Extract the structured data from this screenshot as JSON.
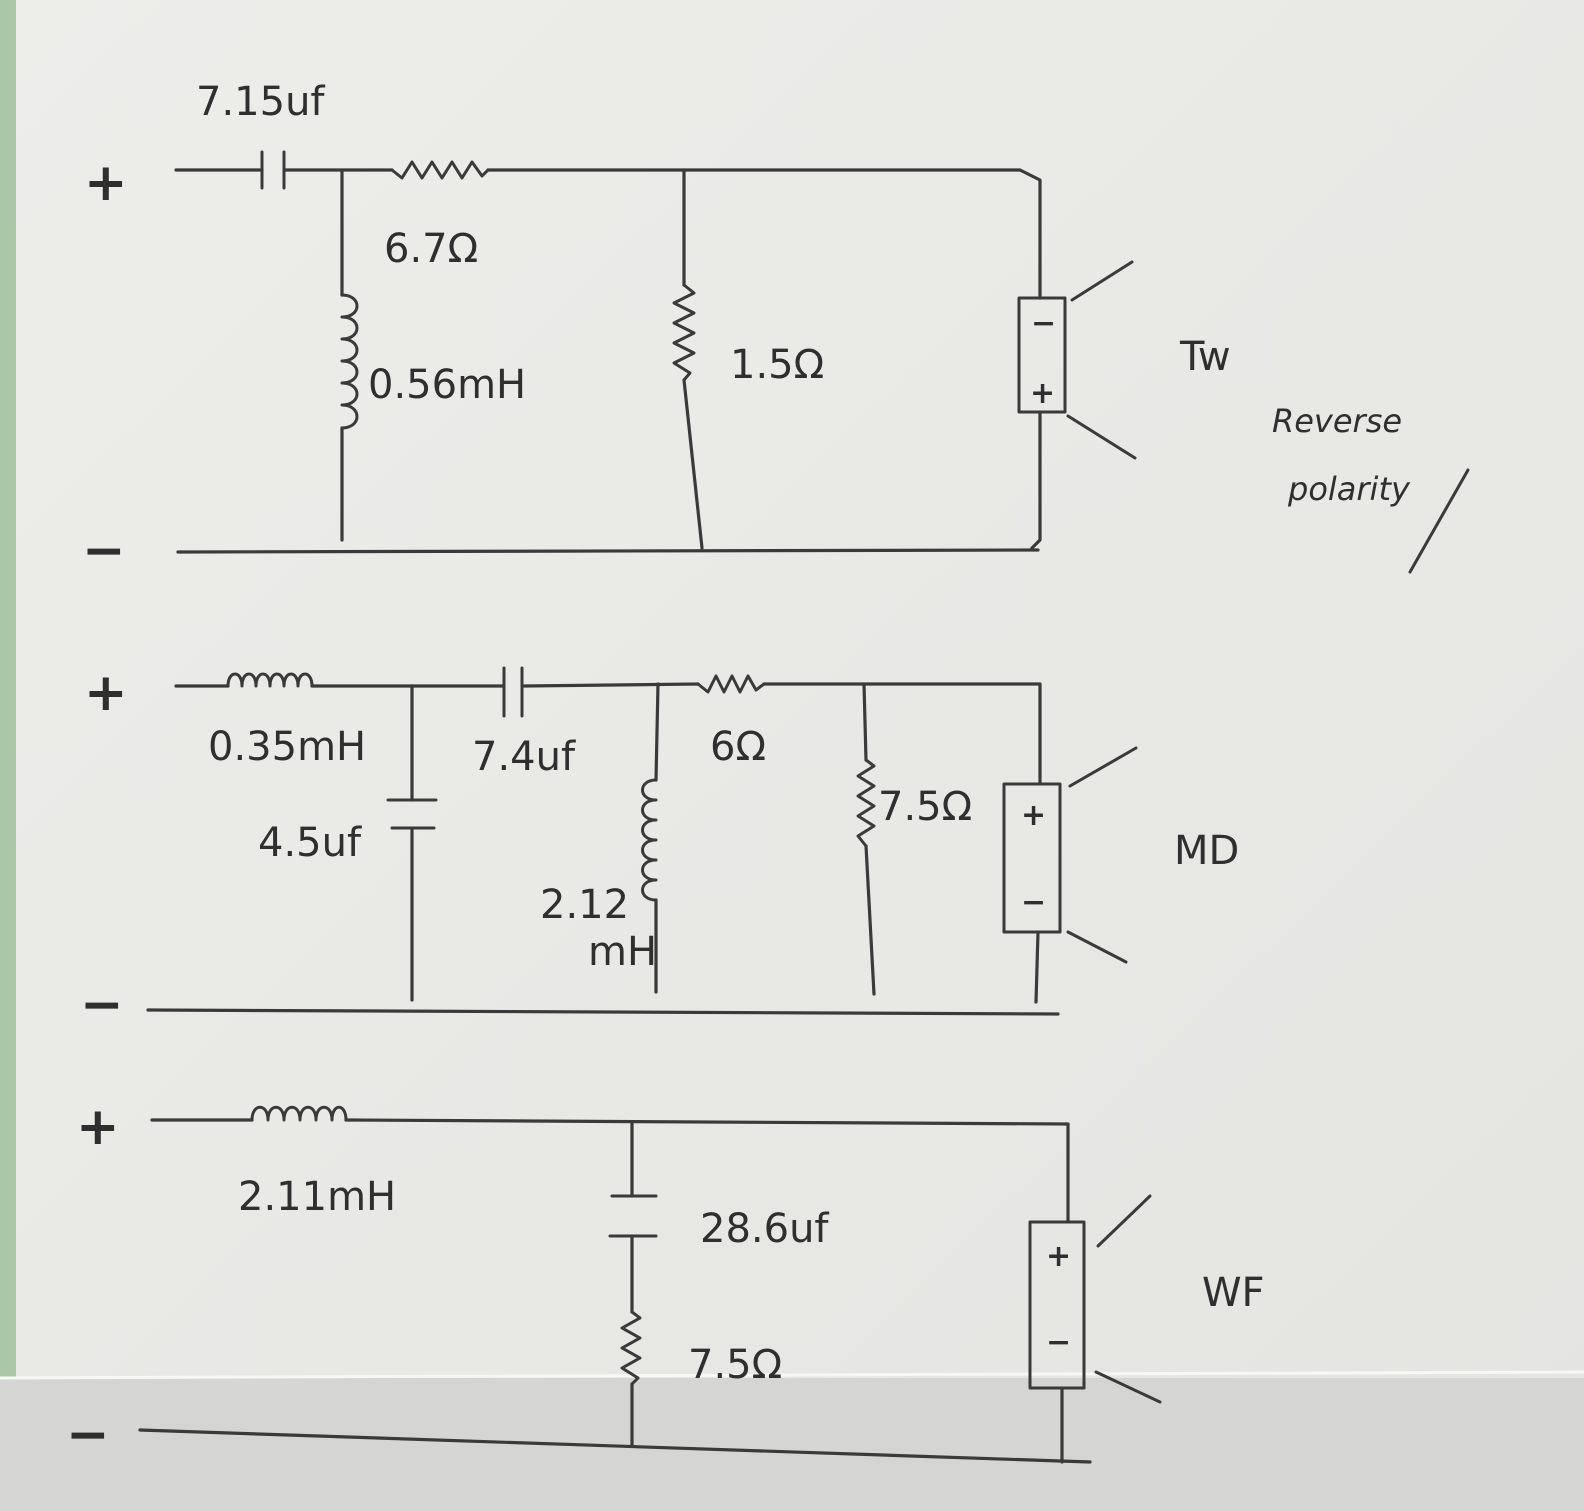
{
  "colors": {
    "paper": "#efefec",
    "ink": "#3a3a3a",
    "background": "#a9c9a6"
  },
  "tweeter": {
    "plus": "+",
    "minus": "−",
    "c1": "7.15uf",
    "r1": "6.7Ω",
    "l1": "0.56mH",
    "r2": "1.5Ω",
    "speaker_top": "−",
    "speaker_bottom": "+",
    "name": "Tw",
    "note_line1": "Reverse",
    "note_line2": "polarity"
  },
  "mid": {
    "plus": "+",
    "minus": "−",
    "l1": "0.35mH",
    "c1": "7.4uf",
    "r1": "6Ω",
    "c2": "4.5uf",
    "l2_line1": "2.12",
    "l2_line2": "mH",
    "r2": "7.5Ω",
    "speaker_top": "+",
    "speaker_bottom": "−",
    "name": "MD"
  },
  "woofer": {
    "plus": "+",
    "minus": "−",
    "l1": "2.11mH",
    "c1": "28.6uf",
    "r1": "7.5Ω",
    "speaker_top": "+",
    "speaker_bottom": "−",
    "name": "WF"
  }
}
